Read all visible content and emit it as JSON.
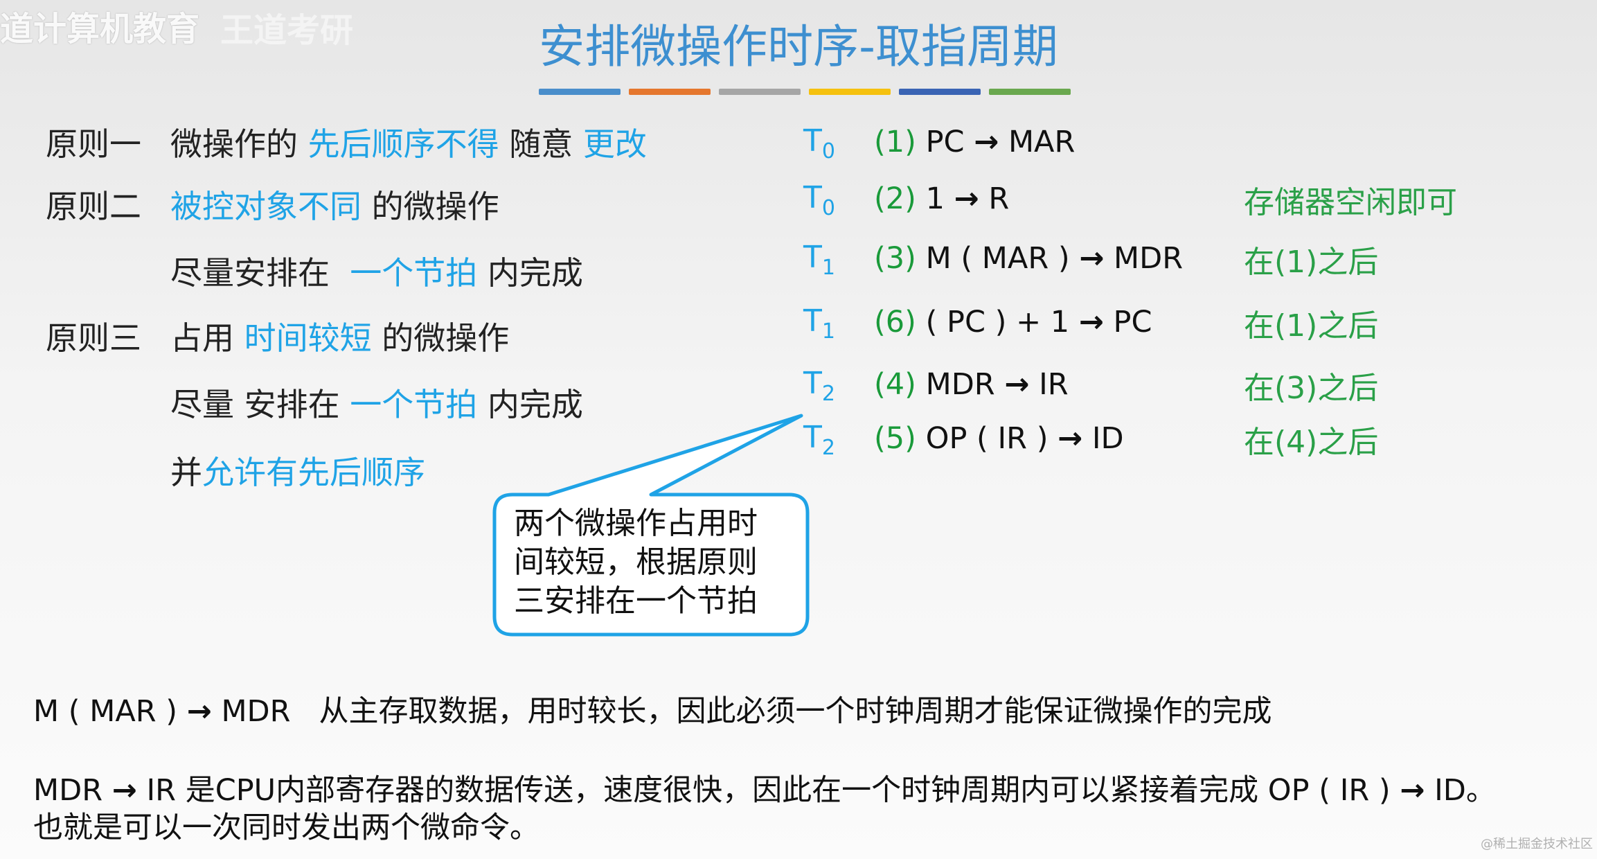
{
  "watermark": {
    "text": "道计算机教育",
    "text2": "王道考研"
  },
  "title": "安排微操作时序-取指周期",
  "title_bar_colors": [
    "#4a8ecb",
    "#e5772e",
    "#a6a6a6",
    "#f5c10f",
    "#3a64b4",
    "#6aa84f"
  ],
  "rules": {
    "r1_label": "原则一",
    "r1_p1": "微操作的",
    "r1_h1": "先后顺序不得",
    "r1_p2": "随意",
    "r1_h2": "更改",
    "r2_label": "原则二",
    "r2_h1": "被控对象不同",
    "r2_p1": "的微操作",
    "r2b_p1": "尽量安排在",
    "r2b_h1": "一个节拍",
    "r2b_p2": "内完成",
    "r3_label": "原则三",
    "r3_p1": "占用",
    "r3_h1": "时间较短",
    "r3_p2": "的微操作",
    "r3b_p1": "尽量 安排在",
    "r3b_h1": "一个节拍",
    "r3b_p2": "内完成",
    "r3c_p1": "并",
    "r3c_h1": "允许有先后顺序"
  },
  "ops": [
    {
      "t": "T",
      "sub": "0",
      "num": "(1)",
      "lhs": "PC",
      "rhs": "MAR",
      "note": ""
    },
    {
      "t": "T",
      "sub": "0",
      "num": "(2)",
      "lhs": "1",
      "rhs": "R",
      "note": "存储器空闲即可"
    },
    {
      "t": "T",
      "sub": "1",
      "num": "(3)",
      "lhs": "M ( MAR )",
      "rhs": "MDR",
      "note": "在(1)之后"
    },
    {
      "t": "T",
      "sub": "1",
      "num": "(6)",
      "lhs": "( PC ) + 1",
      "rhs": "PC",
      "note": "在(1)之后"
    },
    {
      "t": "T",
      "sub": "2",
      "num": "(4)",
      "lhs": "MDR",
      "rhs": "IR",
      "note": "在(3)之后"
    },
    {
      "t": "T",
      "sub": "2",
      "num": "(5)",
      "lhs": "OP ( IR )",
      "rhs": "ID",
      "note": "在(4)之后"
    }
  ],
  "arrow_glyph": "→",
  "bubble": {
    "line1": "两个微操作占用时",
    "line2": "间较短，根据原则",
    "line3": "三安排在一个节拍"
  },
  "bottom": {
    "b1_lhs": "M ( MAR )",
    "b1_rhs": "MDR",
    "b1_text": "从主存取数据，用时较长，因此必须一个时钟周期才能保证微操作的完成",
    "b2_lhs": "MDR",
    "b2_rhs": "IR",
    "b2_text": "是CPU内部寄存器的数据传送，速度很快，因此在一个时钟周期内可以紧接着完成 OP ( IR )",
    "b2_end": "ID。",
    "b3_text": "也就是可以一次同时发出两个微命令。"
  },
  "corner_mark": "@稀土掘金技术社区"
}
